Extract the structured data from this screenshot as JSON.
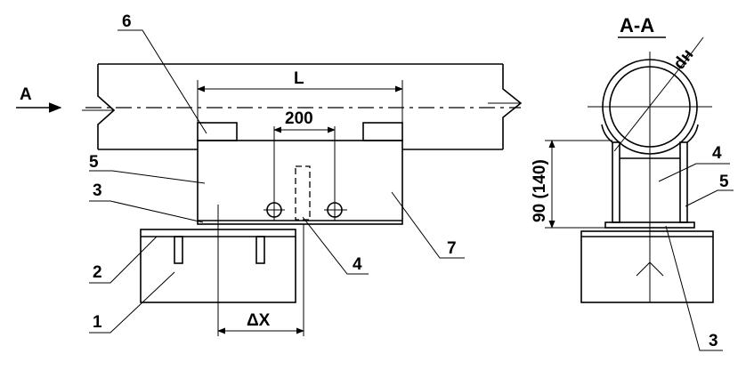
{
  "section_title": "А-А",
  "view_arrow_label": "А",
  "dims": {
    "length": "L",
    "spacing": "200",
    "delta_x": "ΔX",
    "diameter": "dн",
    "height": "90 (140)"
  },
  "callouts": {
    "c1": "1",
    "c2": "2",
    "c3": "3",
    "c4": "4",
    "c5": "5",
    "c6": "6",
    "c7": "7",
    "s3": "3",
    "s4": "4",
    "s5": "5"
  }
}
